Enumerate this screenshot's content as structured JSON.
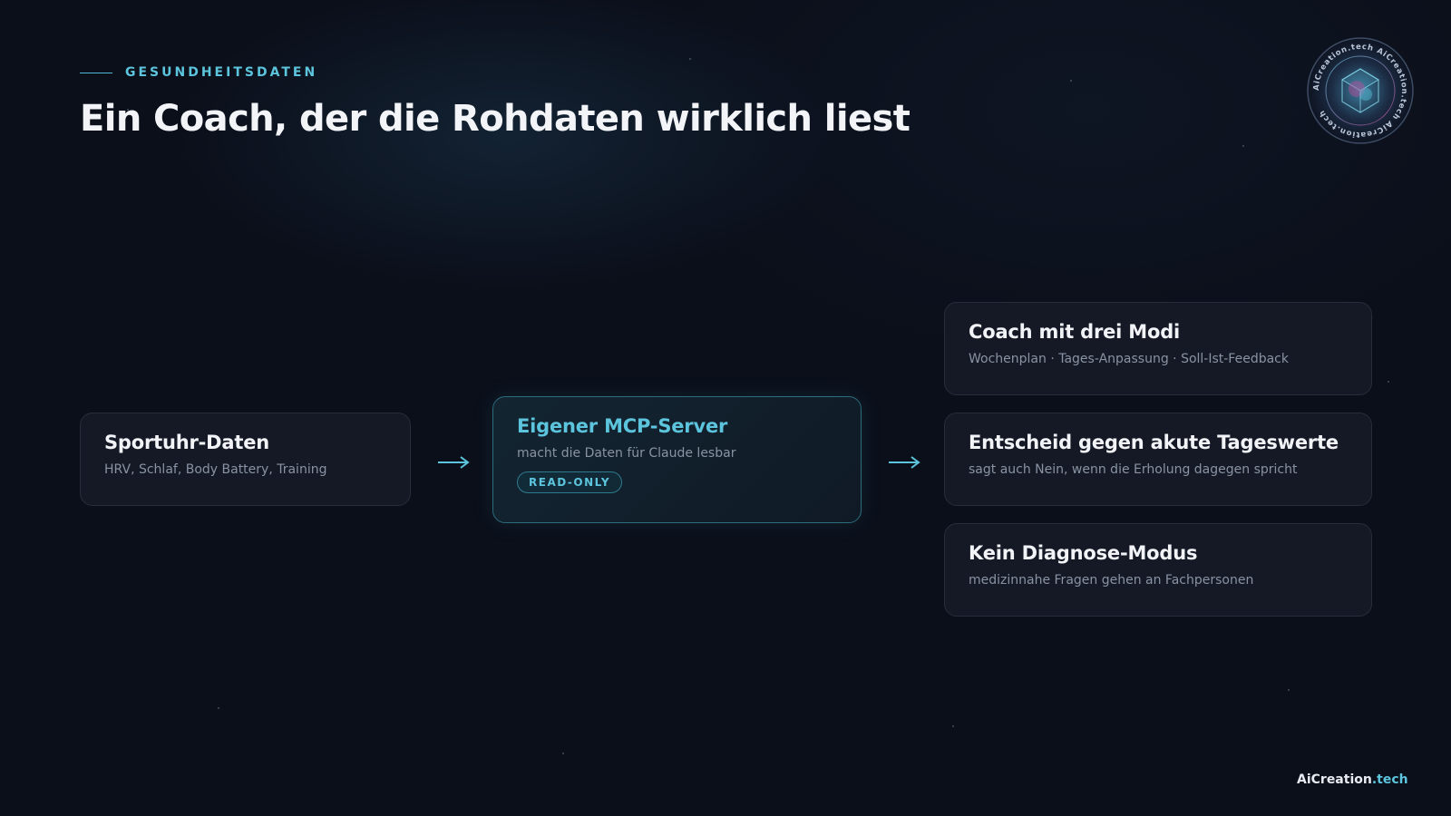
{
  "header": {
    "eyebrow": "GESUNDHEITSDATEN",
    "title": "Ein Coach, der die Rohdaten wirklich liest"
  },
  "flow": {
    "source": {
      "title": "Sportuhr-Daten",
      "subtitle": "HRV, Schlaf, Body Battery, Training"
    },
    "server": {
      "title": "Eigener MCP-Server",
      "subtitle": "macht die Daten für Claude lesbar",
      "badge": "READ-ONLY"
    },
    "outputs": [
      {
        "title": "Coach mit drei Modi",
        "subtitle": "Wochenplan · Tages-Anpassung · Soll-Ist-Feedback"
      },
      {
        "title": "Entscheid gegen akute Tageswerte",
        "subtitle": "sagt auch Nein, wenn die Erholung dagegen spricht"
      },
      {
        "title": "Kein Diagnose-Modus",
        "subtitle": "medizinnahe Fragen gehen an Fachpersonen"
      }
    ]
  },
  "logo": {
    "ring_text": "AiCreation.tech AiCreation.tech AiCreation.tech"
  },
  "footer": {
    "brand": "AiCreation",
    "brand_suffix": ".tech"
  },
  "colors": {
    "accent": "#5cc4dc",
    "background": "#0b0f1a",
    "card": "#141925",
    "magenta": "#c04a9a"
  }
}
